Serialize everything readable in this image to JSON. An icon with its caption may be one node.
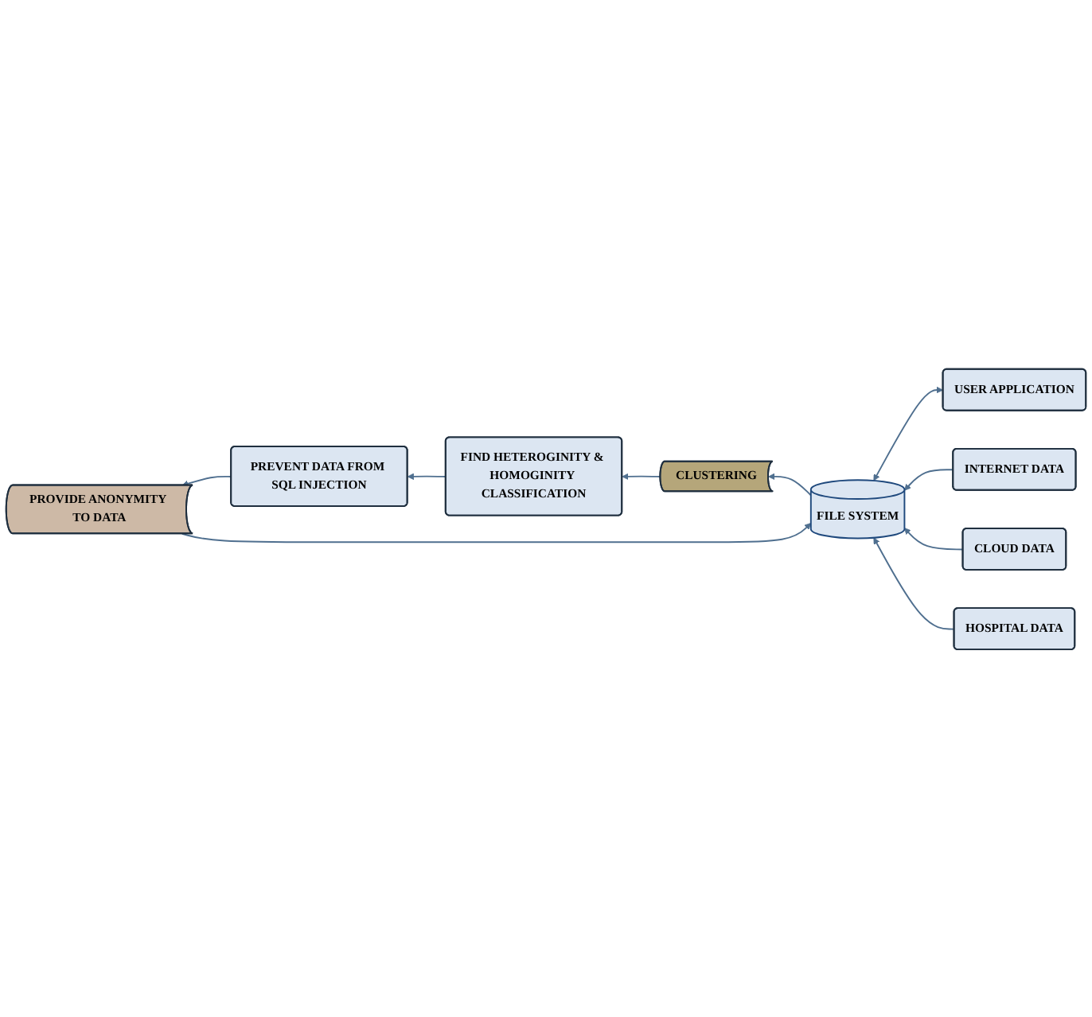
{
  "diagram": {
    "nodes": [
      {
        "text": [
          "USER APPLICATION"
        ]
      },
      {
        "text": [
          "INTERNET DATA"
        ]
      },
      {
        "text": [
          "FIND HETEROGINITY & HOMOGINITY CLASSIFICATION"
        ]
      },
      {
        "text": [
          "CLUSTERING"
        ]
      },
      {
        "text": [
          "FILE SYSTEM"
        ]
      },
      {
        "text": [
          "CLOUD DATA"
        ]
      },
      {
        "text": [
          "PREVENT DATA FROM SQL INJECTION"
        ]
      },
      {
        "text": [
          "PROVIDE ANONYMITY TO DATA"
        ]
      },
      {
        "text": [
          "HOSPITAL DATA"
        ]
      }
    ],
    "edges": [
      {
        "from": 0,
        "to": 4,
        "arrow": "both"
      },
      {
        "from": 1,
        "to": 4,
        "arrow": "to"
      },
      {
        "from": 5,
        "to": 4,
        "arrow": "to"
      },
      {
        "from": 8,
        "to": 4,
        "arrow": "to"
      },
      {
        "from": 4,
        "to": 3,
        "arrow": "to"
      },
      {
        "from": 3,
        "to": 2,
        "arrow": "to"
      },
      {
        "from": 2,
        "to": 6,
        "arrow": "to"
      },
      {
        "from": 6,
        "to": 7,
        "arrow": "to"
      },
      {
        "from": 7,
        "to": 4,
        "arrow": "to"
      }
    ]
  }
}
